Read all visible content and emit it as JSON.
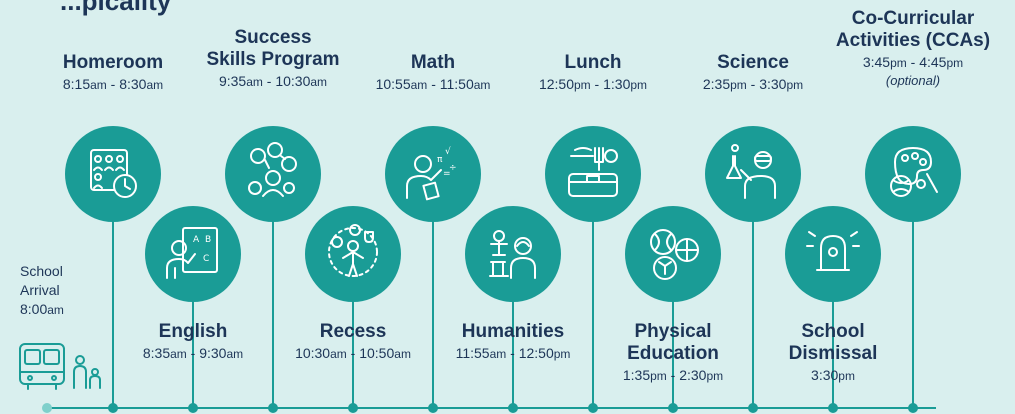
{
  "page": {
    "title_fragment": "...picality"
  },
  "arrival": {
    "line1": "School",
    "line2": "Arrival",
    "time_num": "8:00",
    "time_suffix": "am"
  },
  "periods": [
    {
      "id": "homeroom",
      "name_lines": [
        "Homeroom"
      ],
      "start": "8:15",
      "start_s": "am",
      "end": "8:30",
      "end_s": "am",
      "icon": "classroom-clock-icon"
    },
    {
      "id": "english",
      "name_lines": [
        "English"
      ],
      "start": "8:35",
      "start_s": "am",
      "end": "9:30",
      "end_s": "am",
      "icon": "teacher-board-icon"
    },
    {
      "id": "success",
      "name_lines": [
        "Success",
        "Skills Program"
      ],
      "start": "9:35",
      "start_s": "am",
      "end": "10:30",
      "end_s": "am",
      "icon": "skills-gears-icon"
    },
    {
      "id": "recess",
      "name_lines": [
        "Recess"
      ],
      "start": "10:30",
      "start_s": "am",
      "end": "10:50",
      "end_s": "am",
      "icon": "recess-play-icon"
    },
    {
      "id": "math",
      "name_lines": [
        "Math"
      ],
      "start": "10:55",
      "start_s": "am",
      "end": "11:50",
      "end_s": "am",
      "icon": "math-teacher-icon"
    },
    {
      "id": "humanities",
      "name_lines": [
        "Humanities"
      ],
      "start": "11:55",
      "start_s": "am",
      "end": "12:50",
      "end_s": "pm",
      "icon": "humanities-icon"
    },
    {
      "id": "lunch",
      "name_lines": [
        "Lunch"
      ],
      "start": "12:50",
      "start_s": "pm",
      "end": "1:30",
      "end_s": "pm",
      "icon": "lunch-box-icon"
    },
    {
      "id": "pe",
      "name_lines": [
        "Physical",
        "Education"
      ],
      "start": "1:35",
      "start_s": "pm",
      "end": "2:30",
      "end_s": "pm",
      "icon": "sports-balls-icon"
    },
    {
      "id": "science",
      "name_lines": [
        "Science"
      ],
      "start": "2:35",
      "start_s": "pm",
      "end": "3:30",
      "end_s": "pm",
      "icon": "science-lab-icon"
    },
    {
      "id": "dismissal",
      "name_lines": [
        "School",
        "Dismissal"
      ],
      "start": "3:30",
      "start_s": "pm",
      "end": "",
      "end_s": "",
      "icon": "school-bell-icon"
    },
    {
      "id": "cca",
      "name_lines": [
        "Co-Curricular",
        "Activities (CCAs)"
      ],
      "start": "3:45",
      "start_s": "pm",
      "end": "4:45",
      "end_s": "pm",
      "note": "(optional)",
      "icon": "art-palette-icon"
    }
  ],
  "colors": {
    "accent": "#1a9c96",
    "background": "#d9efee",
    "text": "#1d3557"
  }
}
